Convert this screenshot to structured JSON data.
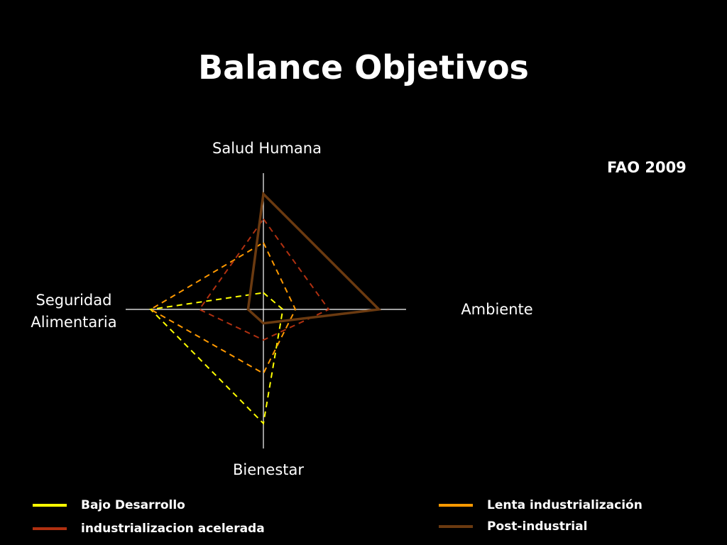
{
  "title": "Balance Objetivos",
  "source": "FAO 2009",
  "chart_data": {
    "type": "radar",
    "axes": [
      "Salud Humana",
      "Ambiente",
      "Bienestar",
      "Seguridad Alimentaria"
    ],
    "axis_label_lines": {
      "left": [
        "Seguridad",
        "Alimentaria"
      ]
    },
    "range": [
      0,
      100
    ],
    "series": [
      {
        "name": "Bajo Desarrollo",
        "values": [
          12,
          14,
          82,
          81
        ],
        "color": "#ffff00",
        "dashed": true
      },
      {
        "name": "Lenta industrialización",
        "values": [
          48,
          23,
          46,
          81
        ],
        "color": "#ff9900",
        "dashed": true
      },
      {
        "name": "industrializacion acelerada",
        "values": [
          65,
          47,
          22,
          46
        ],
        "color": "#b03010",
        "dashed": true
      },
      {
        "name": "Post-industrial",
        "values": [
          83,
          83,
          10,
          11
        ],
        "color": "#6b3a10",
        "dashed": false
      }
    ],
    "legend": [
      {
        "name": "Bajo Desarrollo",
        "color": "#ffff00"
      },
      {
        "name": "industrializacion acelerada",
        "color": "#b03010"
      },
      {
        "name": "Lenta industrialización",
        "color": "#ff9900"
      },
      {
        "name": "Post-industrial",
        "color": "#6b3a10"
      }
    ]
  }
}
